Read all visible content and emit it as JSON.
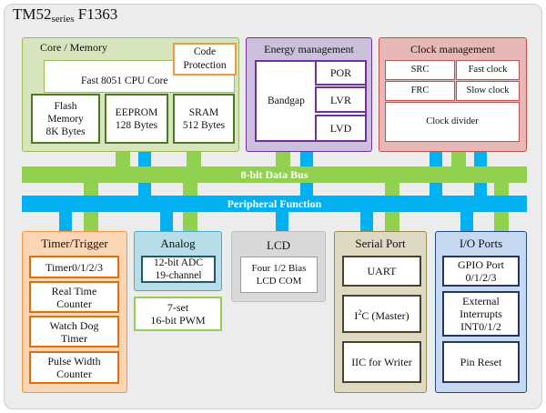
{
  "title": {
    "main": "TM52",
    "sub": "series",
    "model": "F1363"
  },
  "colors": {
    "data_bus": "#92d050",
    "peripheral": "#00b0f0",
    "core_fill": "#d7e4bd",
    "core_border": "#9bbb59",
    "energy_fill": "#ccc1da",
    "energy_border": "#7030a0",
    "clock_fill": "#e6b9b8",
    "clock_border": "#c0504d",
    "timer_fill": "#fcd5b5",
    "timer_border": "#f79646",
    "analog_fill": "#b7dee8",
    "analog_border": "#4bacc6",
    "lcd_fill": "#d9d9d9",
    "serial_fill": "#ddd9c3",
    "serial_border": "#948a54",
    "io_fill": "#c6d9f1",
    "io_border": "#1f497d",
    "code_border": "#f79646"
  },
  "core": {
    "label": "Core / Memory",
    "code_protection": "Code\nProtection",
    "cpu": "Fast 8051 CPU Core",
    "flash": "Flash\nMemory\n8K Bytes",
    "eeprom": "EEPROM\n128 Bytes",
    "sram": "SRAM\n512 Bytes"
  },
  "energy": {
    "label": "Energy management",
    "bandgap": "Bandgap",
    "por": "POR",
    "lvr": "LVR",
    "lvd": "LVD"
  },
  "clock": {
    "label": "Clock management",
    "src": "SRC",
    "fast_clock": "Fast clock",
    "frc": "FRC",
    "slow_clock": "Slow clock",
    "divider": "Clock divider"
  },
  "buses": {
    "data_bus": "8-bit Data Bus",
    "peripheral": "Peripheral Function"
  },
  "timer": {
    "label": "Timer/Trigger",
    "t0123": "Timer0/1/2/3",
    "rtc": "Real Time\nCounter",
    "watchdog": "Watch Dog\nTimer",
    "pwc": "Pulse Width\nCounter"
  },
  "analog": {
    "label": "Analog",
    "adc": "12-bit ADC\n19-channel",
    "pwm": "7-set\n16-bit PWM"
  },
  "lcd": {
    "label": "LCD",
    "bias": "Four 1/2 Bias\nLCD COM"
  },
  "serial": {
    "label": "Serial Port",
    "uart": "UART",
    "i2c_prefix": "I",
    "i2c_sup": "2",
    "i2c_suffix": "C (Master)",
    "iic": "IIC for Writer"
  },
  "io": {
    "label": "I/O Ports",
    "gpio": "GPIO Port\n0/1/2/3",
    "ext_int": "External\nInterrupts\nINT0/1/2",
    "reset": "Pin Reset"
  }
}
